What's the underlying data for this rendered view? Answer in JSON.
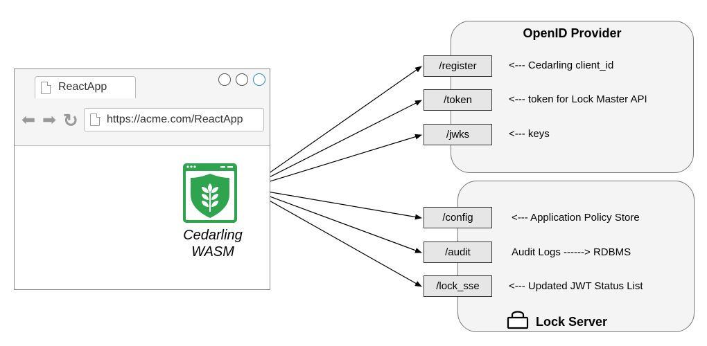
{
  "browser": {
    "tab_label": "ReactApp",
    "url": "https://acme.com/ReactApp",
    "nav_icons": [
      "back-arrow-icon",
      "forward-arrow-icon",
      "reload-icon"
    ]
  },
  "client": {
    "name_line1": "Cedarling",
    "name_line2": "WASM",
    "logo_icon": "wheat-shield-icon",
    "brand_color": "#2ea44f"
  },
  "openid_provider": {
    "title": "OpenID Provider",
    "endpoints": [
      {
        "path": "/register",
        "note": "<--- Cedarling client_id"
      },
      {
        "path": "/token",
        "note": "<--- token for Lock Master API"
      },
      {
        "path": "/jwks",
        "note": "<--- keys"
      }
    ]
  },
  "lock_server": {
    "title": "Lock Server",
    "title_icon": "padlock-icon",
    "endpoints": [
      {
        "path": "/config",
        "note": "<--- Application Policy Store"
      },
      {
        "path": "/audit",
        "note": "Audit Logs ------> RDBMS"
      },
      {
        "path": "/lock_sse",
        "note": "<--- Updated JWT Status List"
      }
    ]
  }
}
